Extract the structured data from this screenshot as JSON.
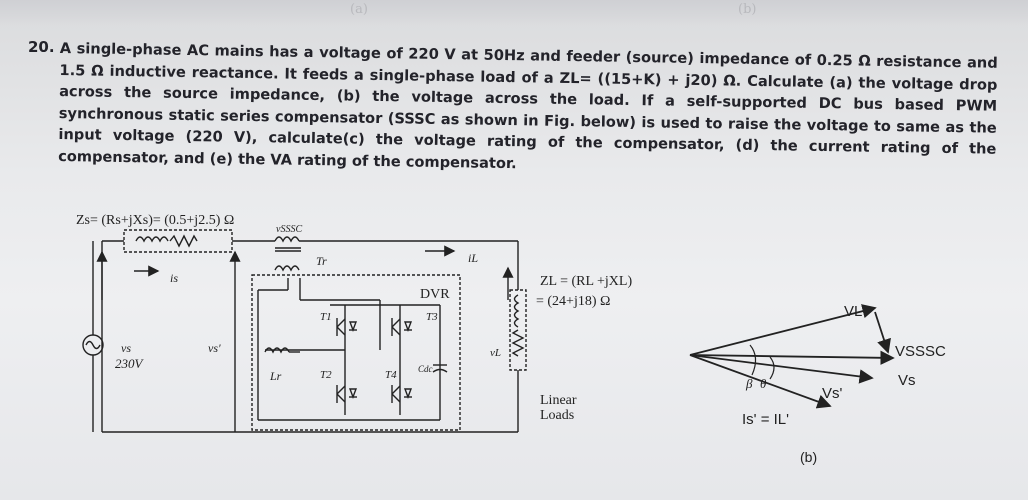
{
  "page_header_ghost": [
    "(a)",
    "(b)"
  ],
  "question": {
    "number": "20.",
    "text": "A single-phase AC mains has a voltage of 220 V at 50Hz and feeder (source) impedance of 0.25 Ω resistance and 1.5 Ω inductive reactance. It feeds a single-phase load of a ZL= ((15+K) + j20) Ω. Calculate (a) the voltage drop across the source impedance, (b) the voltage across the load. If a self-supported DC bus based PWM synchronous static series compensator (SSSC as shown in Fig. below) is used to raise the voltage to same as the input voltage (220 V), calculate(c) the voltage rating of the compensator, (d) the current rating of the compensator, and (e) the VA rating of the compensator."
  },
  "circuit": {
    "source_impedance": "Zs= (Rs+jXs)= (0.5+j2.5) Ω",
    "vsssc": "vSSSC",
    "transformer": "Tr",
    "is_label": "is",
    "il_label": "iL",
    "dvr": "DVR",
    "vs_label": "vs",
    "vs_value": "230V",
    "vs_prime": "vs'",
    "lr": "Lr",
    "t1": "T1",
    "t2": "T2",
    "t3": "T3",
    "t4": "T4",
    "cdc": "Cdc",
    "vl": "vL",
    "load_impedance_1": "ZL = (RL +jXL)",
    "load_impedance_2": "= (24+j18) Ω",
    "load_label_1": "Linear",
    "load_label_2": "Loads"
  },
  "phasor": {
    "vl_prime": "VL'",
    "vsssc": "VSSSC",
    "vs": "Vs",
    "vs_prime": "Vs'",
    "beta": "β",
    "theta": "θ",
    "current": "Is' = IL'",
    "caption": "(b)"
  }
}
